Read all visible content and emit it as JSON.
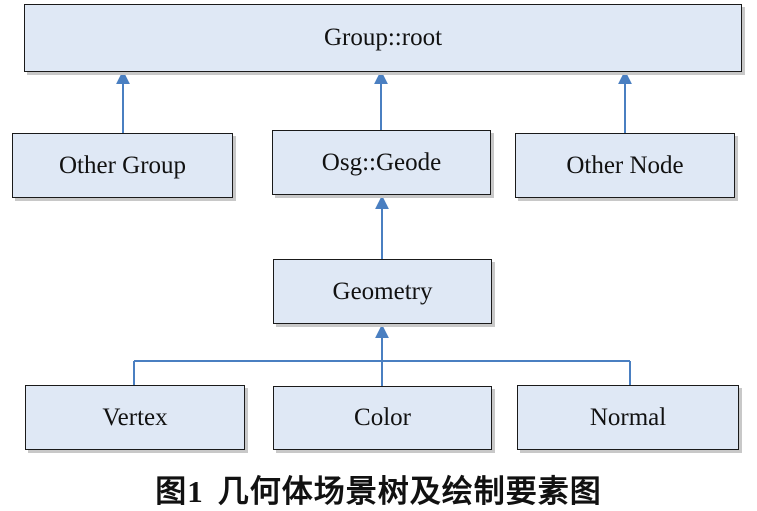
{
  "nodes": {
    "root": "Group::root",
    "other_group": "Other Group",
    "geode": "Osg::Geode",
    "other_node": "Other Node",
    "geometry": "Geometry",
    "vertex": "Vertex",
    "color": "Color",
    "normal": "Normal"
  },
  "caption": {
    "number": "图1",
    "text": "几何体场景树及绘制要素图"
  },
  "colors": {
    "box_fill": "#dfe8f5",
    "box_border": "#1a1a1a",
    "arrow": "#4a7fc1"
  }
}
